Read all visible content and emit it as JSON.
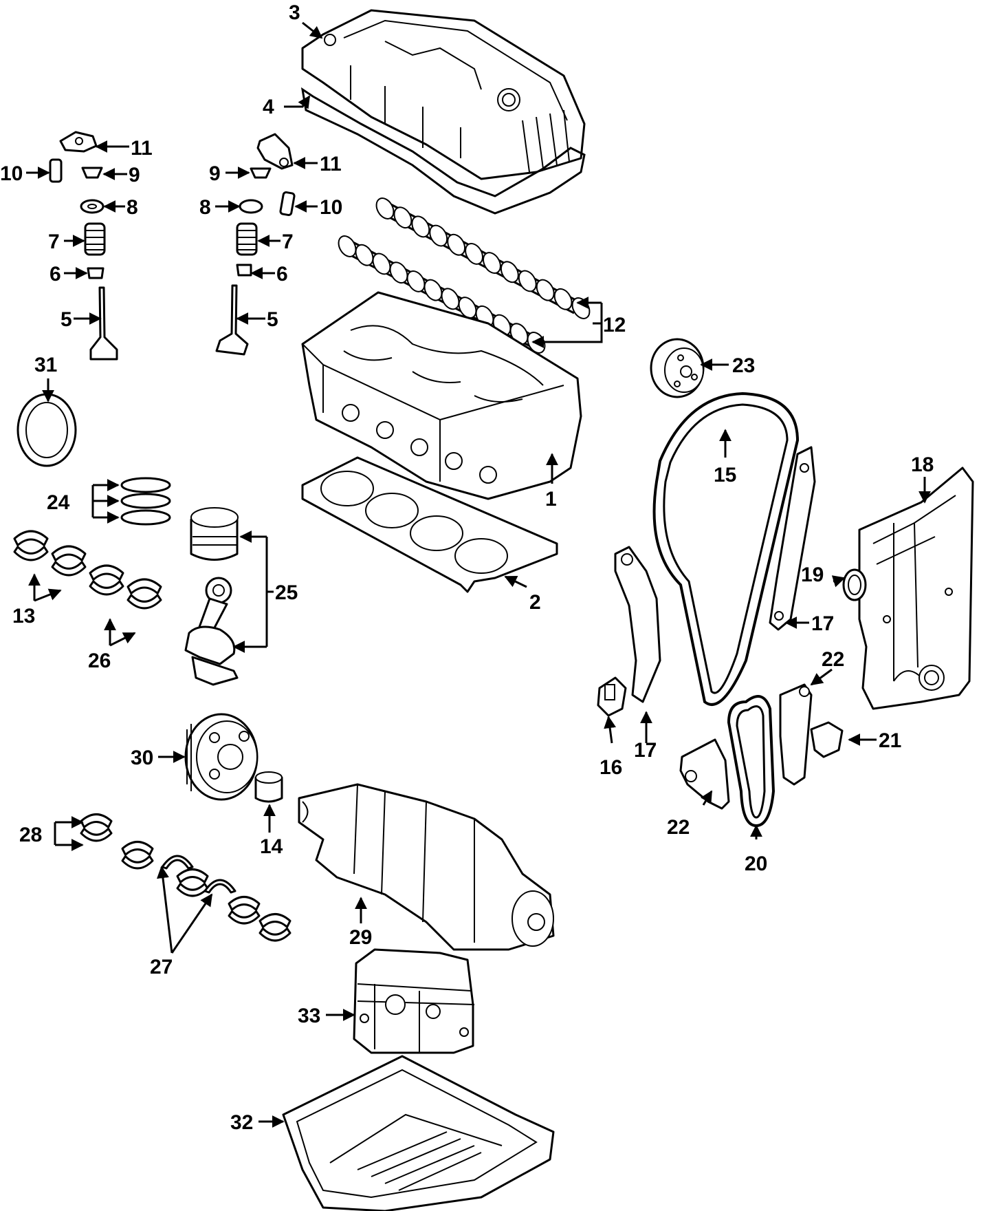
{
  "callouts": [
    {
      "id": "c3",
      "text": "3"
    },
    {
      "id": "c4",
      "text": "4"
    },
    {
      "id": "c11a",
      "text": "11"
    },
    {
      "id": "c10a",
      "text": "10"
    },
    {
      "id": "c9a",
      "text": "9"
    },
    {
      "id": "c8a",
      "text": "8"
    },
    {
      "id": "c7a",
      "text": "7"
    },
    {
      "id": "c6a",
      "text": "6"
    },
    {
      "id": "c5a",
      "text": "5"
    },
    {
      "id": "c9b",
      "text": "9"
    },
    {
      "id": "c11b",
      "text": "11"
    },
    {
      "id": "c8b",
      "text": "8"
    },
    {
      "id": "c10b",
      "text": "10"
    },
    {
      "id": "c7b",
      "text": "7"
    },
    {
      "id": "c6b",
      "text": "6"
    },
    {
      "id": "c5b",
      "text": "5"
    },
    {
      "id": "c12",
      "text": "12"
    },
    {
      "id": "c31",
      "text": "31"
    },
    {
      "id": "c1",
      "text": "1"
    },
    {
      "id": "c2",
      "text": "2"
    },
    {
      "id": "c23",
      "text": "23"
    },
    {
      "id": "c15",
      "text": "15"
    },
    {
      "id": "c18",
      "text": "18"
    },
    {
      "id": "c24",
      "text": "24"
    },
    {
      "id": "c25",
      "text": "25"
    },
    {
      "id": "c13",
      "text": "13"
    },
    {
      "id": "c26",
      "text": "26"
    },
    {
      "id": "c19",
      "text": "19"
    },
    {
      "id": "c17a",
      "text": "17"
    },
    {
      "id": "c22a",
      "text": "22"
    },
    {
      "id": "c16",
      "text": "16"
    },
    {
      "id": "c17b",
      "text": "17"
    },
    {
      "id": "c21",
      "text": "21"
    },
    {
      "id": "c22b",
      "text": "22"
    },
    {
      "id": "c20",
      "text": "20"
    },
    {
      "id": "c30",
      "text": "30"
    },
    {
      "id": "c14",
      "text": "14"
    },
    {
      "id": "c28",
      "text": "28"
    },
    {
      "id": "c29",
      "text": "29"
    },
    {
      "id": "c27",
      "text": "27"
    },
    {
      "id": "c33",
      "text": "33"
    },
    {
      "id": "c32",
      "text": "32"
    }
  ]
}
